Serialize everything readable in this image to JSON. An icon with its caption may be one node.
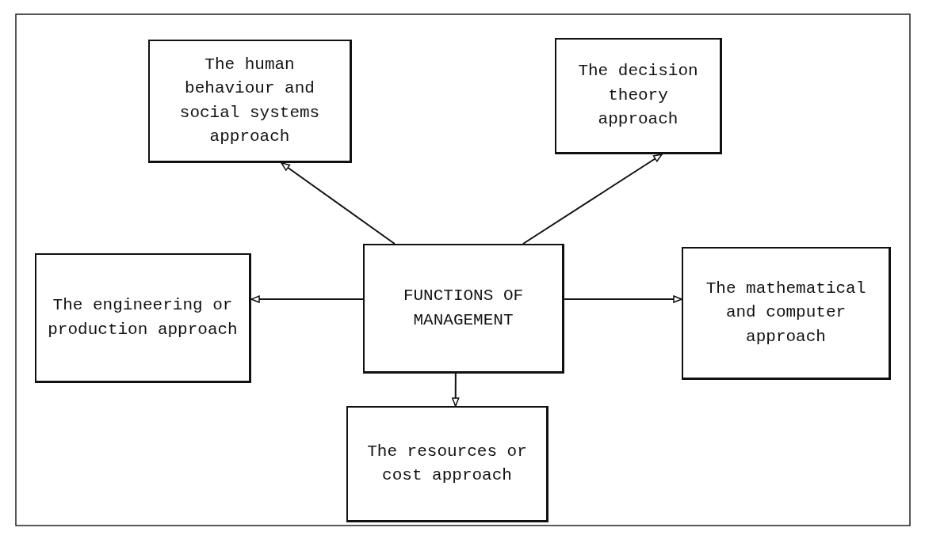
{
  "diagram": {
    "nodes": [
      {
        "text": [
          "The human behaviour and social systems approach"
        ]
      },
      {
        "text": [
          "The decision theory approach"
        ]
      },
      {
        "text": [
          "The engineering or production approach"
        ]
      },
      {
        "text": [
          "FUNCTIONS OF MANAGEMENT"
        ]
      },
      {
        "text": [
          "The mathematical and computer approach"
        ]
      },
      {
        "text": [
          "The resources or cost approach"
        ]
      }
    ],
    "edges": [
      {
        "from": 3,
        "to": 0,
        "arrow": "to"
      },
      {
        "from": 3,
        "to": 1,
        "arrow": "to"
      },
      {
        "from": 3,
        "to": 2,
        "arrow": "to"
      },
      {
        "from": 3,
        "to": 4,
        "arrow": "to"
      },
      {
        "from": 3,
        "to": 5,
        "arrow": "to"
      }
    ]
  }
}
